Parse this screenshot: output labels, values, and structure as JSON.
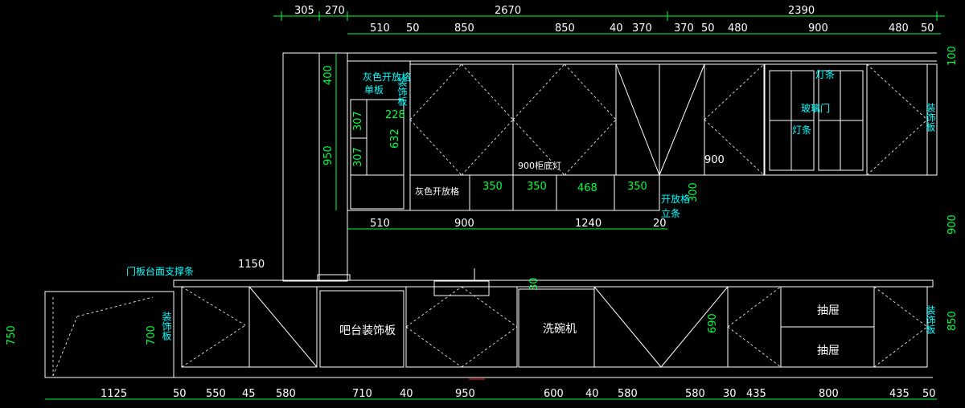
{
  "dims": {
    "top_row1": [
      "305",
      "270",
      "2670",
      "2390"
    ],
    "top_row2": [
      "510",
      "50",
      "850",
      "850",
      "40",
      "370",
      "370",
      "50",
      "480",
      "900",
      "480",
      "50"
    ],
    "mid_row": [
      "510",
      "900",
      "1240",
      "20"
    ],
    "bottom_row": [
      "1125",
      "50",
      "550",
      "45",
      "580",
      "710",
      "40",
      "950",
      "600",
      "40",
      "580",
      "580",
      "30",
      "435",
      "800",
      "435",
      "50"
    ],
    "left_vertical": [
      "400",
      "950"
    ],
    "shelf_vertical": [
      "307",
      "307",
      "228",
      "632"
    ],
    "open_shelf_widths": [
      "350",
      "350",
      "468",
      "350"
    ],
    "right_vertical": [
      "100",
      "900",
      "850"
    ],
    "base_vertical_left": [
      "750",
      "700"
    ],
    "base_vertical_mid": [
      "690",
      "30"
    ],
    "misc": {
      "d_300": "300",
      "d_900": "900",
      "d_1150": "1150"
    }
  },
  "labels": {
    "grey_open_panel_a": "灰色开放格",
    "grey_open_panel_b": "单板",
    "decor_a": "装饰板",
    "grey_open_shelf": "灰色开放格",
    "under_light": "900柜底灯",
    "open_shelf_a": "开放格",
    "open_shelf_b": "立条",
    "light_strip_1": "灯条",
    "glass_door": "玻璃门",
    "light_strip_2": "灯条",
    "decor_right": "装饰板",
    "door_support": "门板台面支撑条",
    "decor_left": "装饰板",
    "bar_panel": "吧台装饰板",
    "dishwasher": "洗碗机",
    "drawer_1": "抽屉",
    "drawer_2": "抽屉",
    "decor_base_right": "装饰板"
  },
  "colors": {
    "background": "#000000",
    "line": "#ffffff",
    "dimension": "#00ff40",
    "text_accent": "#00ffff"
  }
}
